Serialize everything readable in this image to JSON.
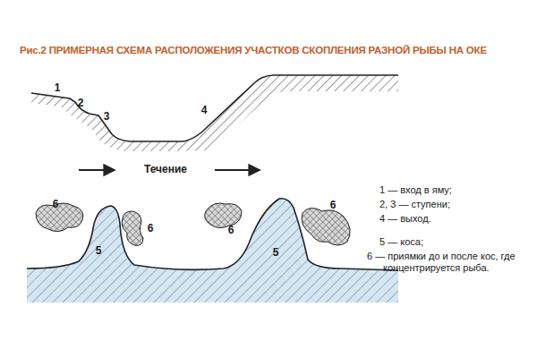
{
  "diagram": {
    "title": "Рис.2 ПРИМЕРНАЯ СХЕМА РАСПОЛОЖЕНИЯ УЧАСТКОВ СКОПЛЕНИЯ РАЗНОЙ РЫБЫ НА ОКЕ",
    "labels": [
      "1",
      "2",
      "3",
      "4",
      "Течение",
      "6",
      "6",
      "6",
      "6",
      "5",
      "5",
      "1 — вход в яму;",
      "2, 3 — ступени;",
      "4 — выход.",
      "5 — коса;",
      "6 — приямки до и после кос, где концентрируется рыба."
    ]
  }
}
